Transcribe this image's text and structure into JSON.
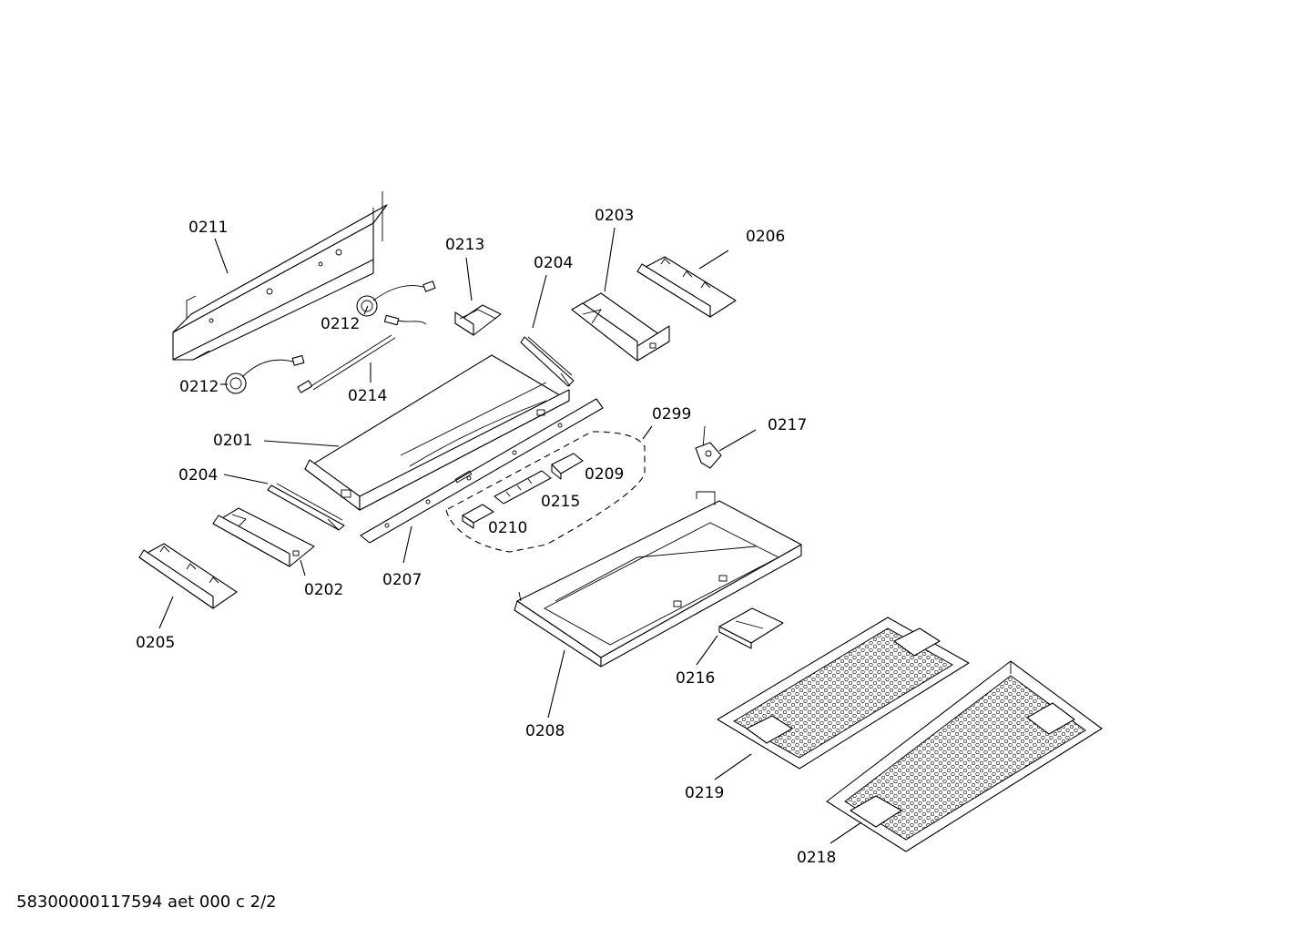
{
  "diagram": {
    "labels": {
      "p0211": "0211",
      "p0213": "0213",
      "p0203": "0203",
      "p0206": "0206",
      "p0204a": "0204",
      "p0212a": "0212",
      "p0212b": "0212",
      "p0214": "0214",
      "p0299": "0299",
      "p0217": "0217",
      "p0201": "0201",
      "p0204b": "0204",
      "p0209": "0209",
      "p0215": "0215",
      "p0210": "0210",
      "p0202": "0202",
      "p0207": "0207",
      "p0205": "0205",
      "p0216": "0216",
      "p0208": "0208",
      "p0219": "0219",
      "p0218": "0218"
    },
    "footer": "58300000117594 aet 000 c 2/2"
  }
}
